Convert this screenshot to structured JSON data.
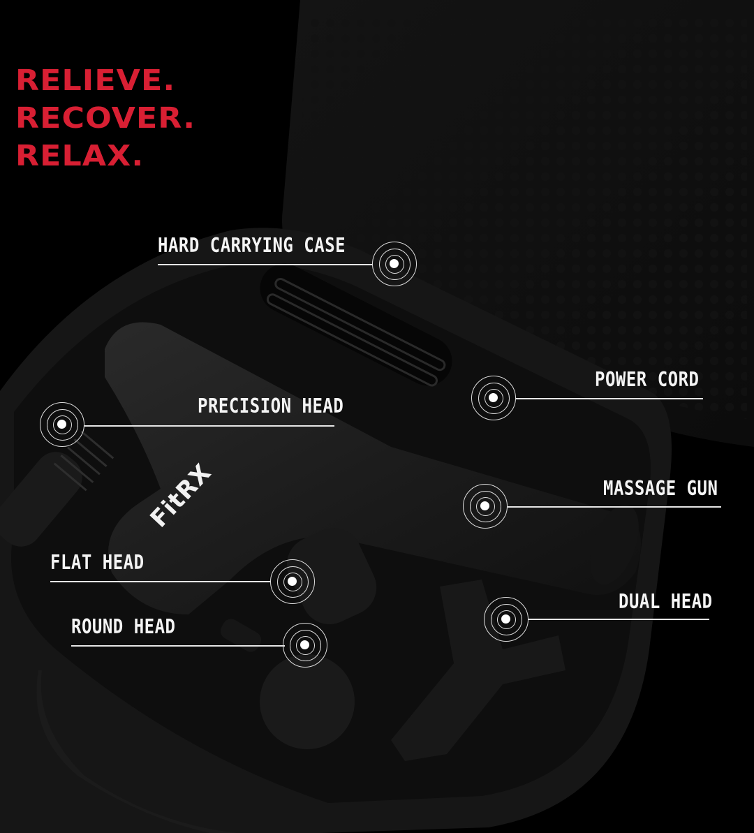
{
  "headline": {
    "lines": [
      "RELIEVE.",
      "RECOVER.",
      "RELAX."
    ],
    "color": "#d81f33"
  },
  "brand": {
    "logo_text": "FitRX"
  },
  "callouts": [
    {
      "id": "hard-carrying-case",
      "label": "HARD CARRYING CASE",
      "icon": "target-hotspot-icon"
    },
    {
      "id": "power-cord",
      "label": "POWER CORD",
      "icon": "target-hotspot-icon"
    },
    {
      "id": "precision-head",
      "label": "PRECISION HEAD",
      "icon": "target-hotspot-icon"
    },
    {
      "id": "massage-gun",
      "label": "MASSAGE GUN",
      "icon": "target-hotspot-icon"
    },
    {
      "id": "flat-head",
      "label": "FLAT HEAD",
      "icon": "target-hotspot-icon"
    },
    {
      "id": "dual-head",
      "label": "DUAL HEAD",
      "icon": "target-hotspot-icon"
    },
    {
      "id": "round-head",
      "label": "ROUND HEAD",
      "icon": "target-hotspot-icon"
    }
  ],
  "colors": {
    "background": "#000000",
    "label": "#f4f4f4",
    "accent": "#d81f33"
  }
}
